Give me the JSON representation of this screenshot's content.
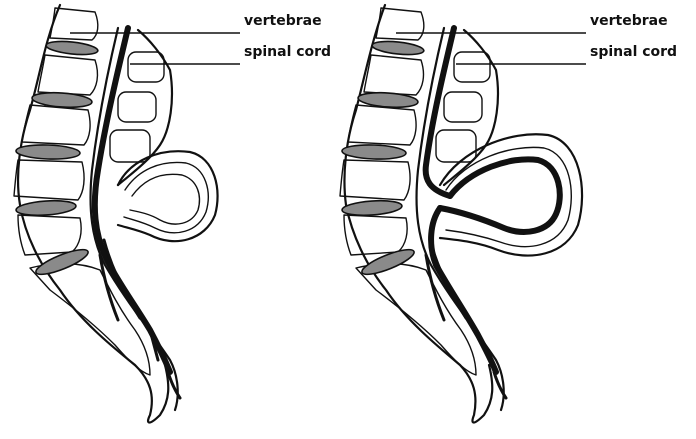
{
  "figures": [
    {
      "labels": {
        "vertebrae": "vertebrae",
        "spinal_cord": "spinal cord"
      }
    },
    {
      "labels": {
        "vertebrae": "vertebrae",
        "spinal_cord": "spinal cord"
      }
    }
  ]
}
